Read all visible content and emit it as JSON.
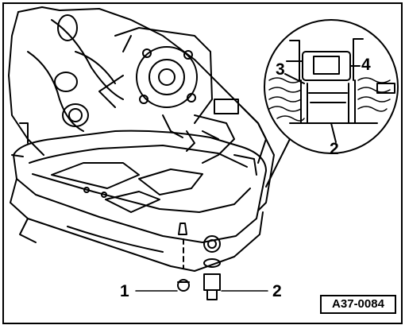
{
  "callouts": {
    "drain_plug": "1",
    "filler_plug": "2",
    "detail_level_tube": "2",
    "detail_fluid_level": "3",
    "detail_overflow_tube": "4"
  },
  "figure_ref": "A37-0084"
}
